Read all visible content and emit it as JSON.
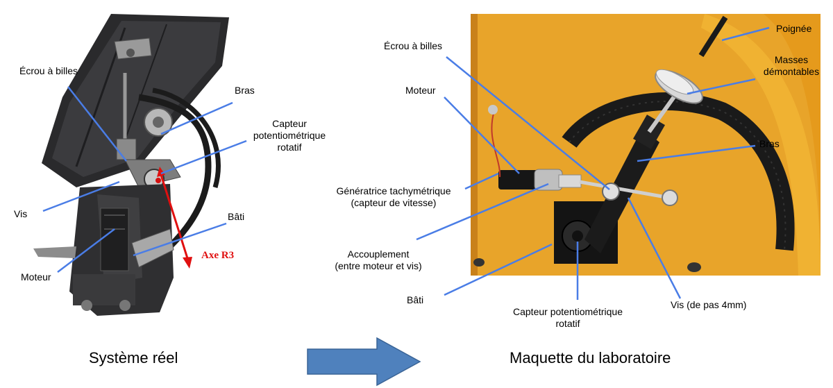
{
  "left_panel": {
    "caption": "Système réel",
    "labels": {
      "ecrou": "Écrou à billes",
      "bras": "Bras",
      "capteur": "Capteur\npotentiométrique\nrotatif",
      "vis": "Vis",
      "bati": "Bâti",
      "moteur": "Moteur",
      "axe": "Axe R3"
    }
  },
  "right_panel": {
    "caption": "Maquette du laboratoire",
    "labels": {
      "ecrou": "Écrou à billes",
      "moteur": "Moteur",
      "generatrice": "Génératrice tachymétrique\n(capteur de vitesse)",
      "accouplement": "Accouplement\n(entre moteur et vis)",
      "bati": "Bâti",
      "capteur": "Capteur potentiométrique\nrotatif",
      "vis": "Vis (de pas 4mm)",
      "bras": "Bras",
      "masses": "Masses\ndémontables",
      "poignee": "Poignée"
    }
  },
  "colors": {
    "leader_line": "#4a7de6",
    "axis_arrow": "#e01010",
    "transition_arrow": "#4f81bd",
    "transition_arrow_border": "#3a6496",
    "board_orange": "#e59a1c"
  }
}
